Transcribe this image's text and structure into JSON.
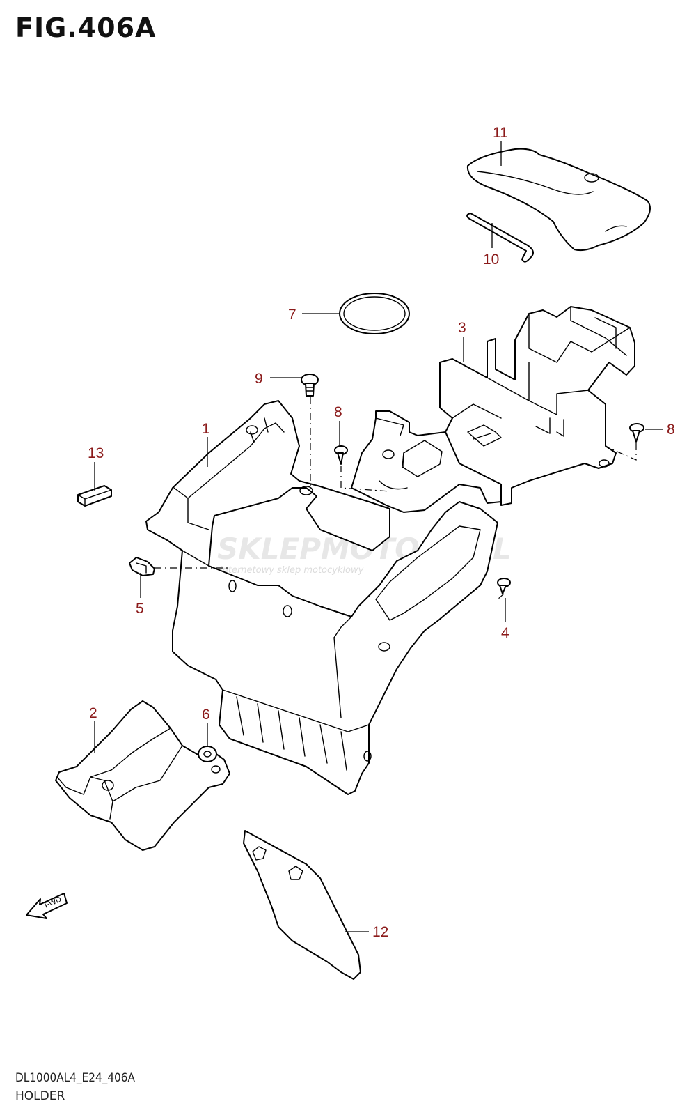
{
  "figure": {
    "title": "FIG.406A",
    "model_code": "DL1000AL4_E24_406A",
    "caption": "HOLDER"
  },
  "watermark": {
    "brand": "SKLEPMOTO24.PL",
    "tagline": "internetowy sklep motocyklowy"
  },
  "fwd_label": "FWD",
  "callouts": [
    {
      "id": "1",
      "label": "1"
    },
    {
      "id": "2",
      "label": "2"
    },
    {
      "id": "3",
      "label": "3"
    },
    {
      "id": "4",
      "label": "4"
    },
    {
      "id": "5",
      "label": "5"
    },
    {
      "id": "6",
      "label": "6"
    },
    {
      "id": "7",
      "label": "7"
    },
    {
      "id": "8a",
      "label": "8"
    },
    {
      "id": "8b",
      "label": "8"
    },
    {
      "id": "9",
      "label": "9"
    },
    {
      "id": "10",
      "label": "10"
    },
    {
      "id": "11",
      "label": "11"
    },
    {
      "id": "12",
      "label": "12"
    },
    {
      "id": "13",
      "label": "13"
    }
  ],
  "colors": {
    "callout": "#8b1a1a",
    "line": "#000000",
    "watermark": "#e7e7e7"
  }
}
